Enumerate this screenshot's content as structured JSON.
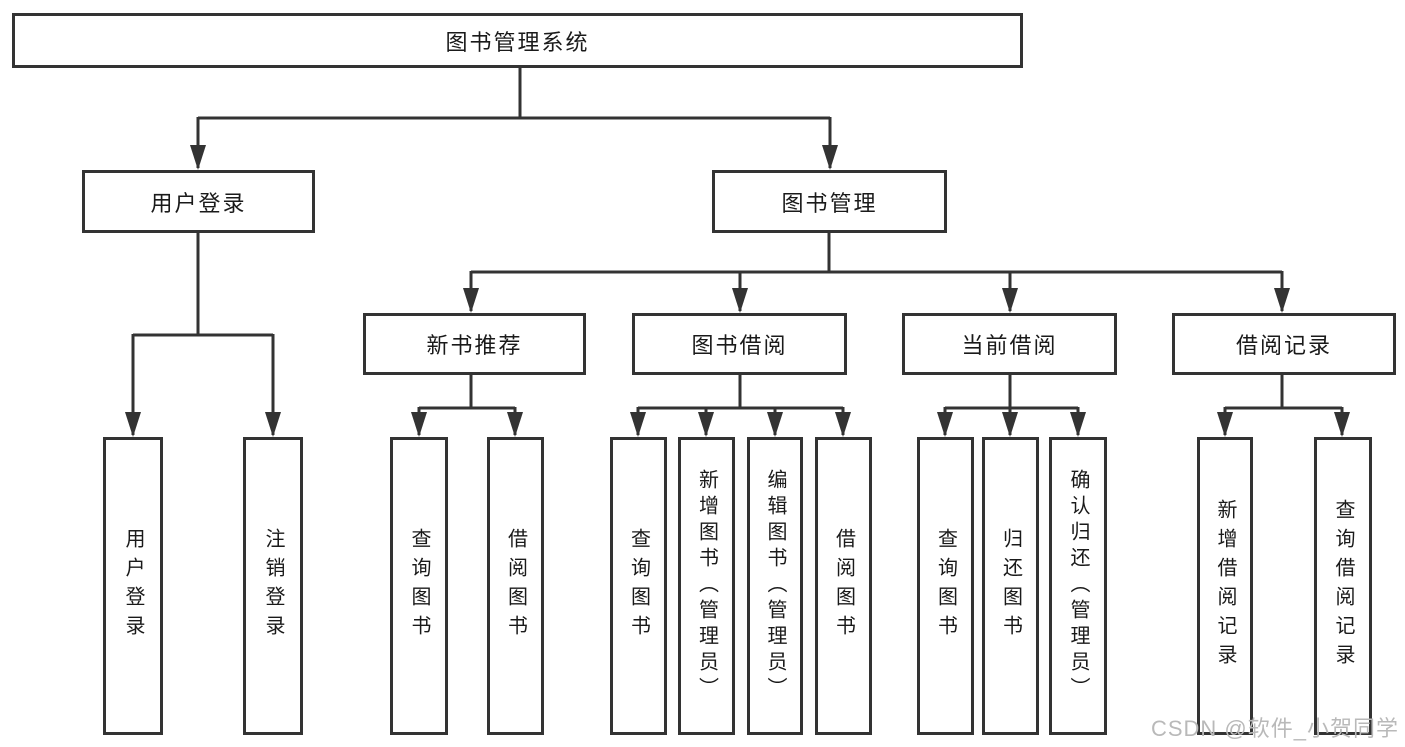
{
  "colors": {
    "line": "#333333",
    "box_border": "#333333",
    "text": "#1a1a1a",
    "watermark": "#b9b9b9",
    "background": "#ffffff"
  },
  "tree": {
    "root": {
      "label": "图书管理系统"
    },
    "branches": {
      "user_login": {
        "label": "用户登录",
        "children": {
          "login": {
            "label": "用户登录"
          },
          "logout": {
            "label": "注销登录"
          }
        }
      },
      "book_management": {
        "label": "图书管理",
        "sections": {
          "new_book_recommend": {
            "label": "新书推荐",
            "children": {
              "query_book": {
                "label": "查询图书"
              },
              "borrow_book": {
                "label": "借阅图书"
              }
            }
          },
          "book_borrow": {
            "label": "图书借阅",
            "children": {
              "query_book": {
                "label": "查询图书"
              },
              "add_book": {
                "label": "新增图书（管理员）"
              },
              "edit_book": {
                "label": "编辑图书（管理员）"
              },
              "borrow_book": {
                "label": "借阅图书"
              }
            }
          },
          "current_borrow": {
            "label": "当前借阅",
            "children": {
              "query_book": {
                "label": "查询图书"
              },
              "return_book": {
                "label": "归还图书"
              },
              "confirm_return": {
                "label": "确认归还（管理员）"
              }
            }
          },
          "borrow_records": {
            "label": "借阅记录",
            "children": {
              "add_record": {
                "label": "新增借阅记录"
              },
              "query_record": {
                "label": "查询借阅记录"
              }
            }
          }
        }
      }
    }
  },
  "watermark": {
    "text": "CSDN @软件_小贺同学"
  }
}
